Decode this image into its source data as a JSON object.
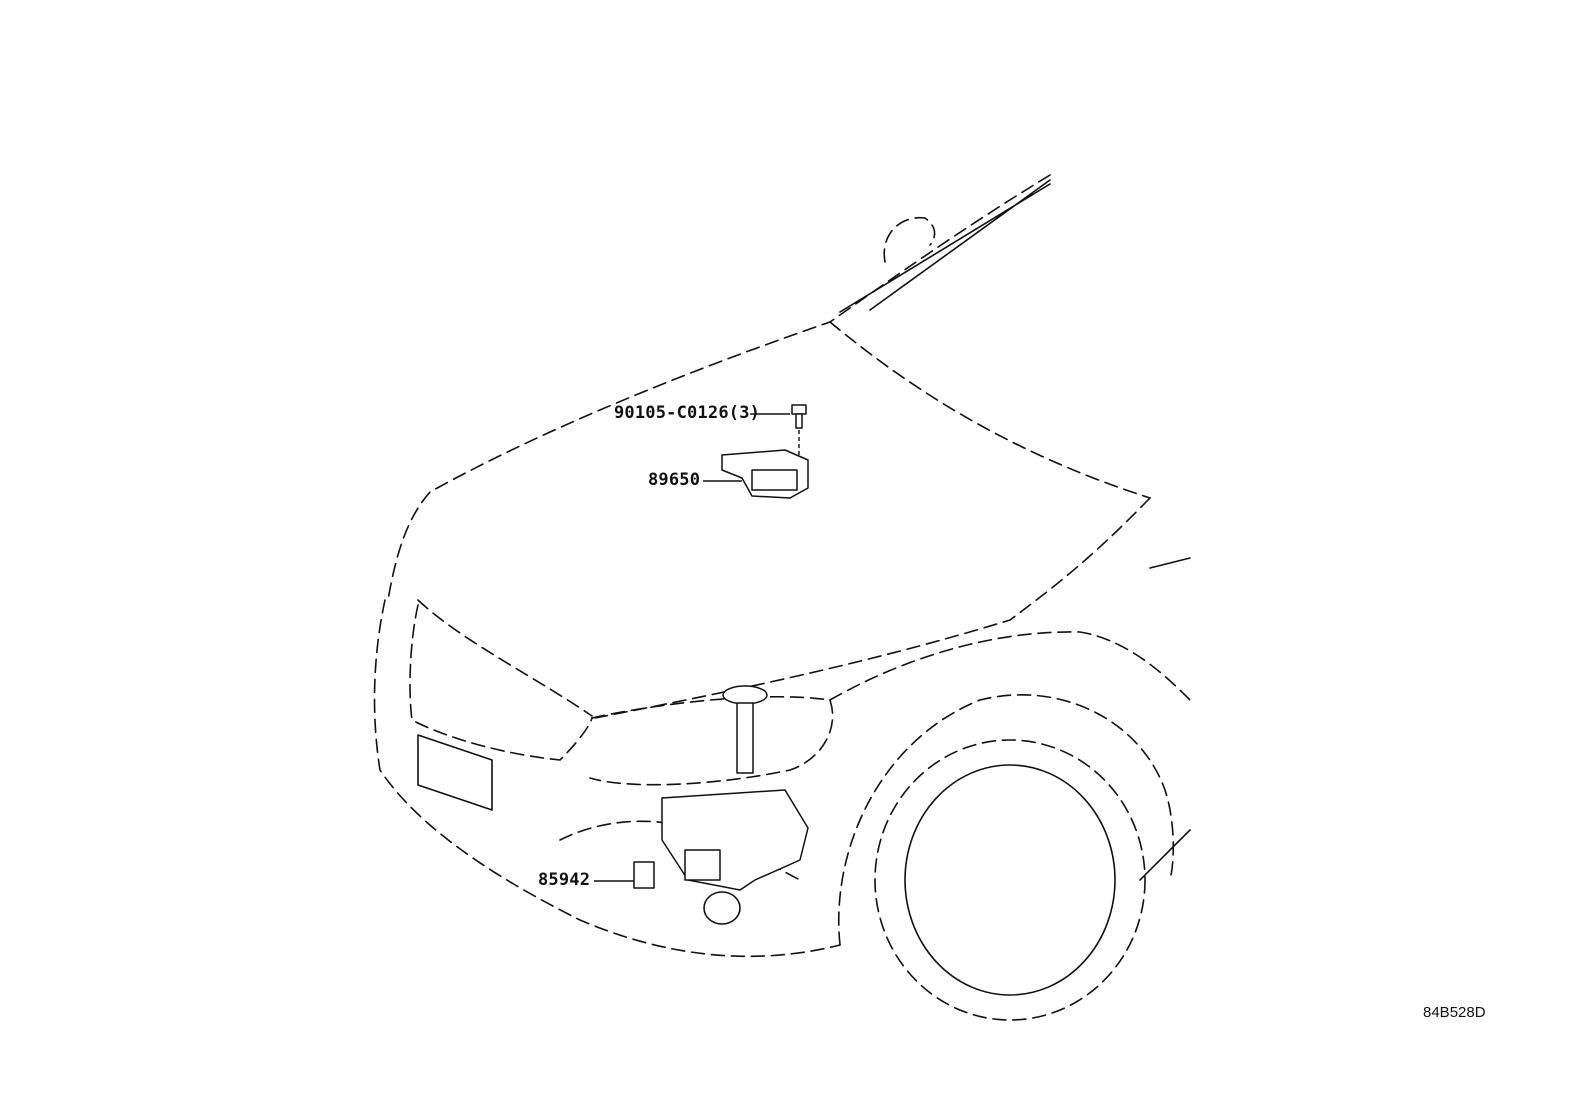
{
  "callouts": {
    "bolt": "90105-C0126(3)",
    "sensor": "89650",
    "horn": "85942"
  },
  "diagram_code": "84B528D"
}
